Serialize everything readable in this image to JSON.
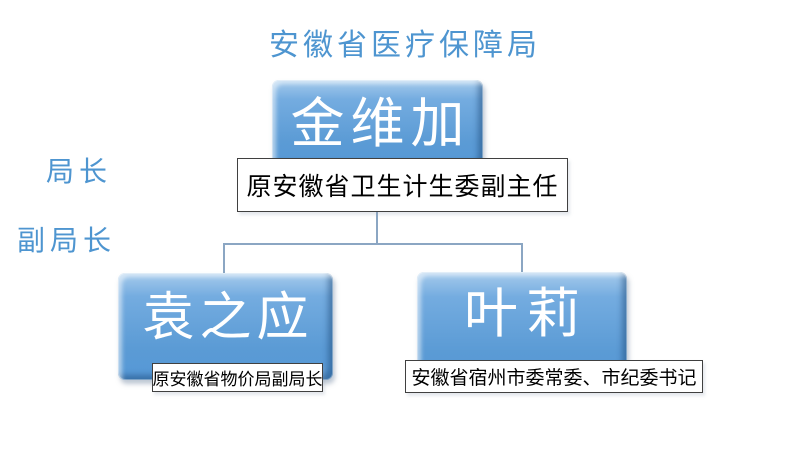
{
  "header": {
    "title": "安徽省医疗保障局"
  },
  "side_labels": {
    "director": "局长",
    "deputy_director": "副局长"
  },
  "org_chart": {
    "root": {
      "name": "金维加",
      "description": "原安徽省卫生计生委副主任"
    },
    "children": [
      {
        "name": "袁之应",
        "description": "原安徽省物价局副局长"
      },
      {
        "name": "叶莉",
        "description": "安徽省宿州市委常委、市纪委书记"
      }
    ]
  },
  "colors": {
    "accent_text": "#4e95d0",
    "node_fill": "#5b9bd5",
    "node_fill_highlight": "#a6cbec",
    "node_text": "#ffffff",
    "connector": "#8ba6c3",
    "description_border": "#404040",
    "description_text": "#000000",
    "background": "#ffffff"
  }
}
